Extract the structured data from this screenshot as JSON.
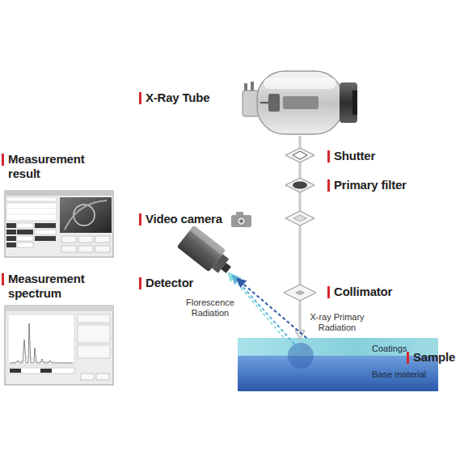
{
  "diagram": {
    "nodes": [
      {
        "text": [
          "X-Ray Tube"
        ]
      },
      {
        "text": [
          "Shutter"
        ]
      },
      {
        "text": [
          "Primary filter"
        ]
      },
      {
        "text": [
          "Video camera"
        ]
      },
      {
        "text": [
          "Collimator"
        ]
      },
      {
        "text": [
          "Detector"
        ]
      },
      {
        "text": [
          "Sample"
        ]
      },
      {
        "text": [
          "Coatings"
        ],
        "in": 6
      },
      {
        "text": [
          "Base material"
        ],
        "in": 6
      },
      {
        "text": [
          "Measurement result"
        ]
      },
      {
        "text": [
          "Measurement spectrum"
        ]
      }
    ],
    "edges": [
      {
        "from": 0,
        "to": 1,
        "arrow": "none"
      },
      {
        "from": 1,
        "to": 2,
        "arrow": "none"
      },
      {
        "from": 2,
        "to": 3,
        "arrow": "none"
      },
      {
        "from": 3,
        "to": 4,
        "arrow": "none"
      },
      {
        "from": 4,
        "to": 6,
        "label": "X-ray Primary Radiation",
        "arrow": "to"
      },
      {
        "from": 6,
        "to": 5,
        "label": "Florescence Radiation",
        "arrow": "to"
      }
    ]
  }
}
